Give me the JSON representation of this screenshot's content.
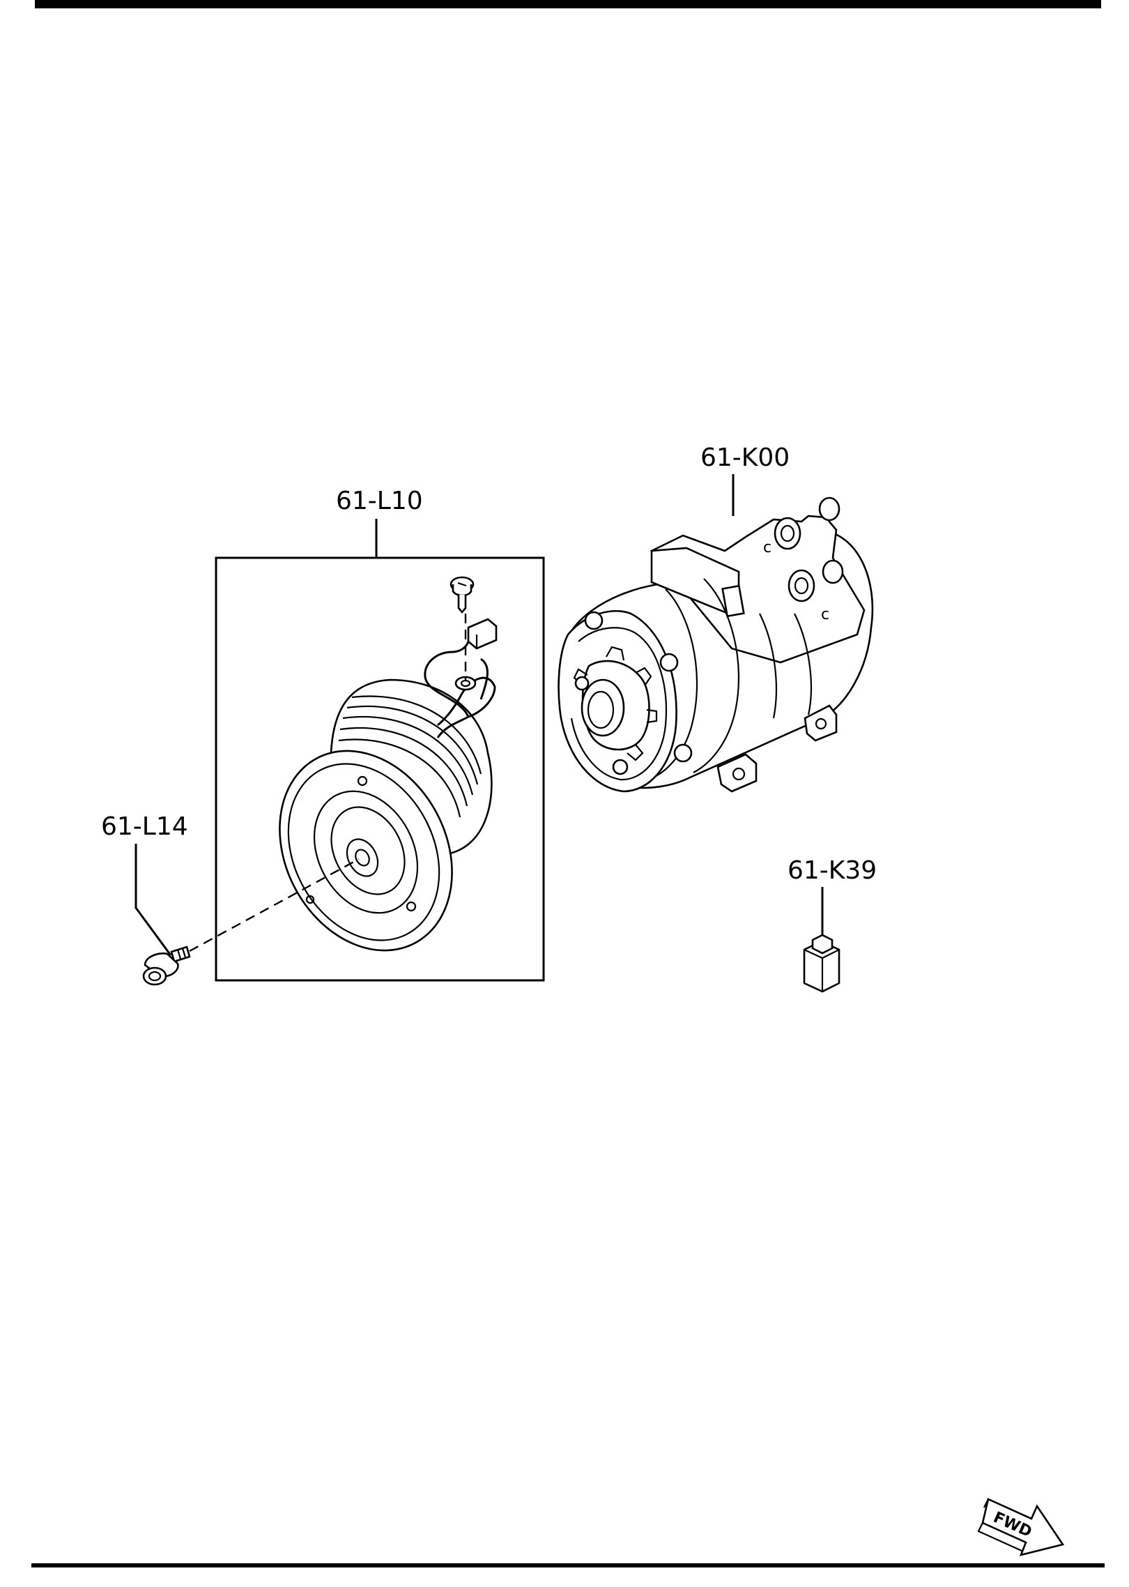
{
  "diagram": {
    "parts": [
      {
        "id": "compressor",
        "label": "61-K00"
      },
      {
        "id": "clutch_assembly",
        "label": "61-L10"
      },
      {
        "id": "bolt",
        "label": "61-L14"
      },
      {
        "id": "relief_valve",
        "label": "61-K39"
      }
    ],
    "direction_badge": {
      "text": "FWD",
      "icon": "forward-arrow-icon"
    }
  },
  "colors": {
    "line": "#000000",
    "background": "#ffffff"
  }
}
